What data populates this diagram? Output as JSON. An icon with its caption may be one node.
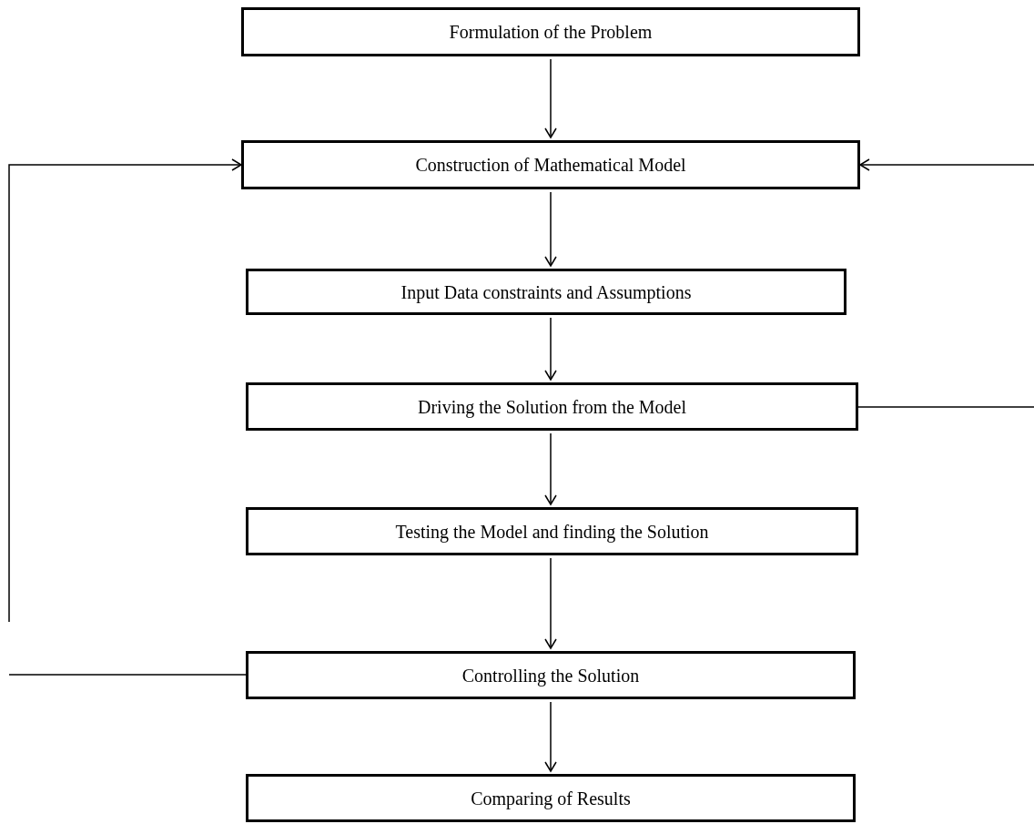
{
  "diagram": {
    "nodes": [
      {
        "text": [
          "Formulation of the Problem"
        ]
      },
      {
        "text": [
          "Construction of Mathematical Model"
        ]
      },
      {
        "text": [
          "Input Data constraints and Assumptions"
        ]
      },
      {
        "text": [
          "Driving the Solution from the Model"
        ]
      },
      {
        "text": [
          "Testing the Model and finding the Solution"
        ]
      },
      {
        "text": [
          "Controlling the Solution"
        ]
      },
      {
        "text": [
          "Comparing of Results"
        ]
      }
    ],
    "edges": [
      {
        "from": 0,
        "to": 1,
        "arrow": "to"
      },
      {
        "from": 1,
        "to": 2,
        "arrow": "to"
      },
      {
        "from": 2,
        "to": 3,
        "arrow": "to"
      },
      {
        "from": 3,
        "to": 4,
        "arrow": "to"
      },
      {
        "from": 4,
        "to": 5,
        "arrow": "to"
      },
      {
        "from": 5,
        "to": 6,
        "arrow": "to"
      },
      {
        "from": 5,
        "to": null,
        "arrow": "none"
      },
      {
        "from": null,
        "to": 1,
        "arrow": "to"
      },
      {
        "from": 3,
        "to": null,
        "arrow": "none"
      },
      {
        "from": null,
        "to": 1,
        "arrow": "to"
      }
    ]
  }
}
